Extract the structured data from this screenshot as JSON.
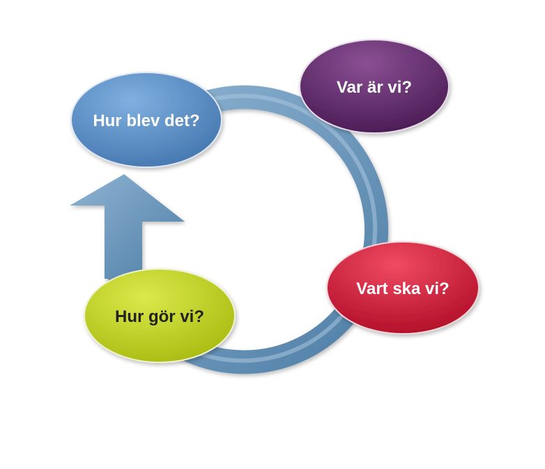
{
  "diagram": {
    "nodes": [
      {
        "id": "hur-blev-det",
        "label": "Hur blev det?",
        "color": "#5b8fc8",
        "text_color": "#ffffff"
      },
      {
        "id": "var-ar-vi",
        "label": "Var är vi?",
        "color": "#6a2f72",
        "text_color": "#ffffff"
      },
      {
        "id": "vart-ska-vi",
        "label": "Vart ska vi?",
        "color": "#d9213e",
        "text_color": "#ffffff"
      },
      {
        "id": "hur-gor-vi",
        "label": "Hur gör vi?",
        "color": "#c5d624",
        "text_color": "#222222"
      }
    ],
    "cycle_color": "#6f9abd",
    "cycle_direction": "clockwise",
    "arrow_target": "hur-blev-det"
  }
}
